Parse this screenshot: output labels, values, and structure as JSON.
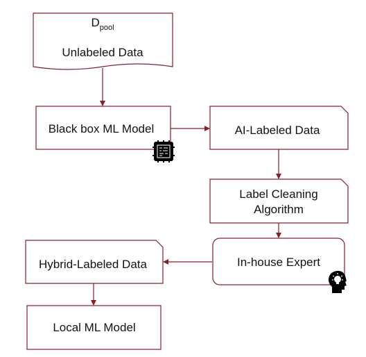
{
  "colors": {
    "border": "#8b1c2a",
    "text": "#111111",
    "icon": "#000000"
  },
  "nodes": {
    "pool": {
      "symbol_main": "D",
      "symbol_sub": "pool",
      "label": "Unlabeled Data"
    },
    "blackbox": {
      "label": "Black box ML Model",
      "icon": "ai-chip-icon"
    },
    "ai_labeled": {
      "label": "AI-Labeled Data"
    },
    "cleaning": {
      "line1": "Label Cleaning",
      "line2": "Algorithm"
    },
    "expert": {
      "label": "In-house Expert",
      "icon": "head-lightbulb-icon"
    },
    "hybrid": {
      "label": "Hybrid-Labeled Data"
    },
    "local": {
      "label": "Local ML Model"
    }
  }
}
